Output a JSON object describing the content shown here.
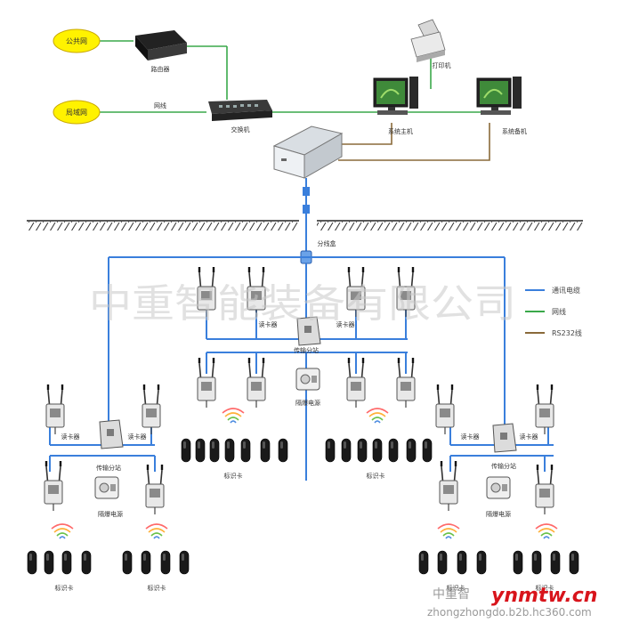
{
  "nodes": {
    "public_network": "公共网",
    "lan": "局域网",
    "router": "路由器",
    "network_cable": "网线",
    "switch": "交换机",
    "printer": "打印机",
    "host_pc": "系统主机",
    "backup_pc": "系统备机",
    "splitter": "分线盒",
    "left_reader_1": "读卡器",
    "left_reader_2": "读卡器",
    "left_transmit": "传输分站",
    "left_power": "隔爆电源",
    "left_card_1": "标识卡",
    "left_card_2": "标识卡",
    "center_reader_1": "读卡器",
    "center_reader_2": "读卡器",
    "center_transmit": "传输分站",
    "center_power": "隔爆电源",
    "center_card_1": "标识卡",
    "center_card_2": "标识卡",
    "right_reader_1": "读卡器",
    "right_reader_2": "读卡器",
    "right_transmit": "传输分站",
    "right_power": "隔爆电源",
    "right_card_1": "标识卡",
    "right_card_2": "标识卡"
  },
  "legend": [
    {
      "label": "通讯电缆",
      "color": "#3a7fdc"
    },
    {
      "label": "网线",
      "color": "#3aa84a"
    },
    {
      "label": "RS232线",
      "color": "#8a6a3a"
    }
  ],
  "watermark": "中重智能装备有限公司",
  "footer": {
    "brand": "中重智",
    "logo": "ynmtw.cn",
    "url": "zhongzhongdo.b2b.hc360.com"
  },
  "colors": {
    "comm_cable": "#3a7fdc",
    "network_cable": "#3aa84a",
    "rs232": "#8a6a3a",
    "ellipse_fill": "#fff200",
    "logo_red": "#d8141b"
  },
  "icons": [
    "reader-icon",
    "transmit-station-icon",
    "power-supply-icon",
    "id-card-icon",
    "signal-waves-icon",
    "computer-icon",
    "printer-icon",
    "router-icon",
    "switch-icon",
    "server-box-icon"
  ]
}
